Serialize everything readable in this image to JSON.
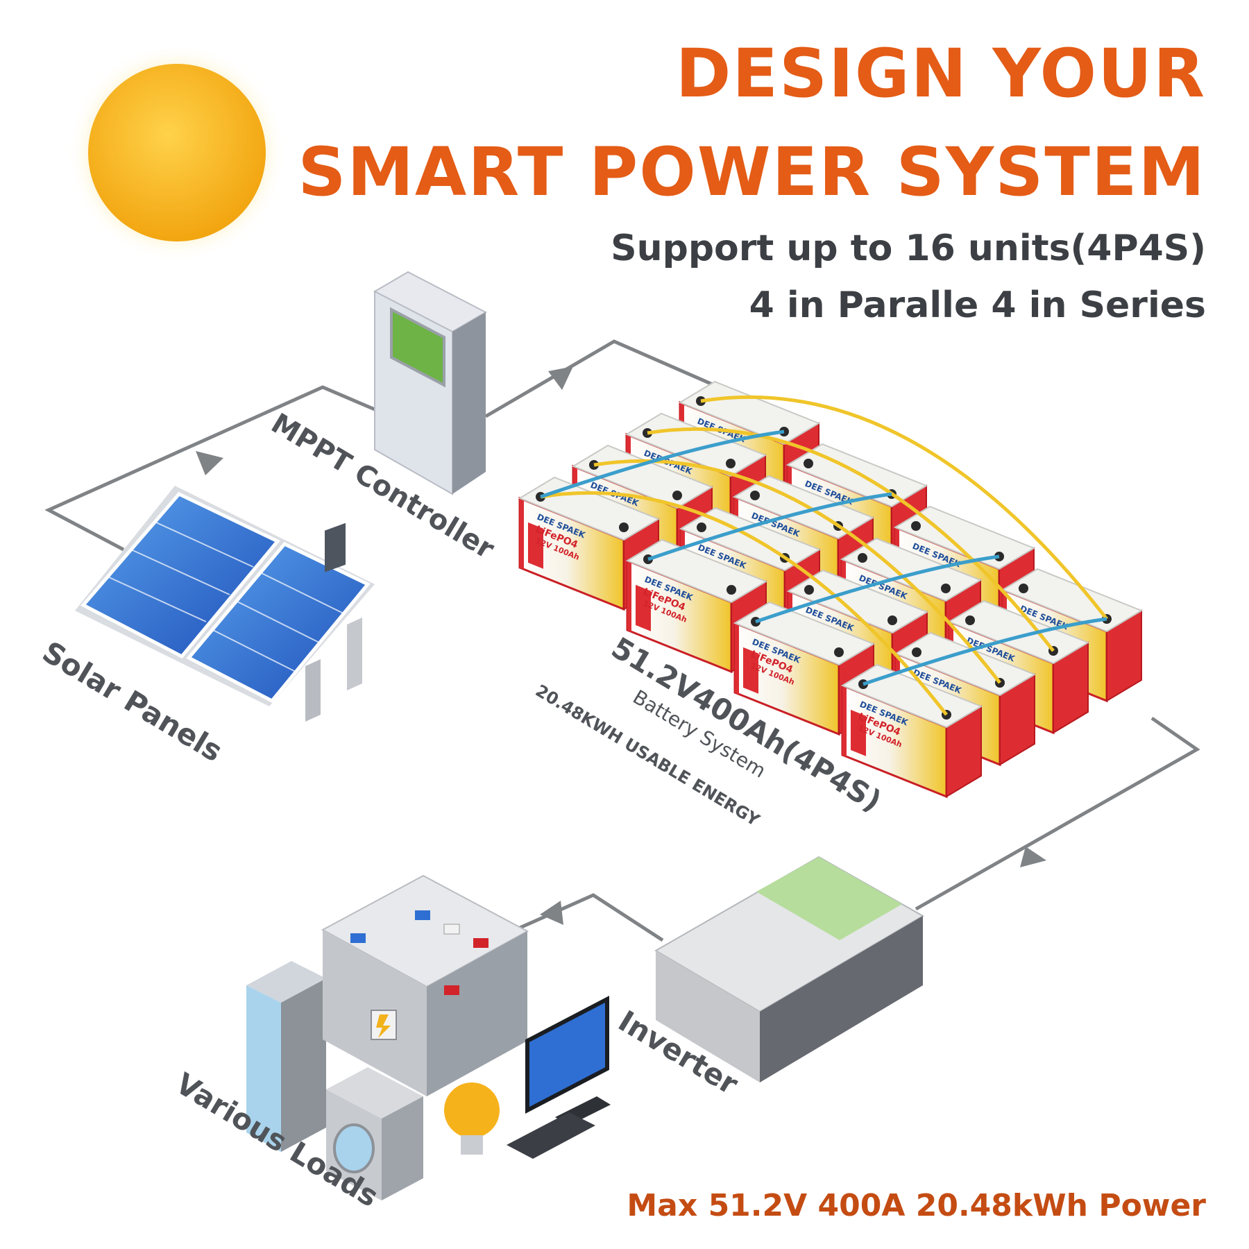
{
  "header": {
    "title_line1": "DESIGN YOUR",
    "title_line2": "SMART POWER SYSTEM",
    "subtitle_line1": "Support up to 16 units(4P4S)",
    "subtitle_line2": "4 in Paralle 4 in Series"
  },
  "labels": {
    "mppt": "MPPT Controller",
    "solar": "Solar Panels",
    "inverter": "Inverter",
    "loads": "Various Loads"
  },
  "battery_system": {
    "rating": "51.2V400Ah(4P4S)",
    "caption": "Battery System",
    "energy": "20.48KWH USABLE ENERGY",
    "unit_brand": "DEE SPAEK",
    "unit_chemistry": "LiFePO4",
    "unit_rating": "12V 100Ah",
    "unit_count": 16
  },
  "footer": {
    "text": "Max 51.2V 400A 20.48kWh Power"
  },
  "colors": {
    "title": "#e45c16",
    "subtitle": "#3c3f44",
    "footer": "#c44c13",
    "flow_line": "#808386",
    "sun": "#f6b21b",
    "panel": "#2f6fd3",
    "battery_red": "#dd2d33",
    "battery_top": "#f2f2ef",
    "wire_yellow": "#f0c52a",
    "wire_blue": "#3b9ecb",
    "screen_green": "#6db346"
  },
  "icons": [
    "sun-icon",
    "mppt-controller-icon",
    "solar-panels-icon",
    "battery-bank-icon",
    "inverter-icon",
    "loads-icon",
    "flow-arrow-icon"
  ]
}
